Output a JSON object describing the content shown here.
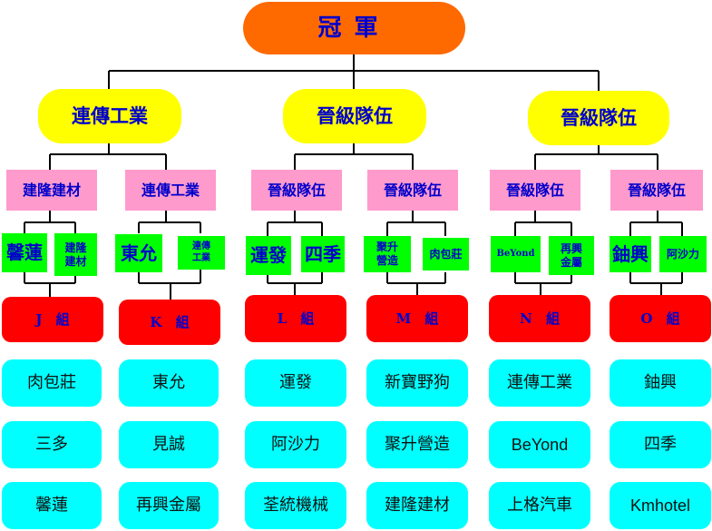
{
  "champion": "冠軍",
  "finals": [
    "連傳工業",
    "晉級隊伍",
    "晉級隊伍"
  ],
  "semis": [
    "建隆建材",
    "連傳工業",
    "晉級隊伍",
    "晉級隊伍",
    "晉級隊伍",
    "晉級隊伍"
  ],
  "matches": [
    [
      "馨蓮",
      "建隆\n建材"
    ],
    [
      "東允",
      "連傳\n工業"
    ],
    [
      "運發",
      "四季"
    ],
    [
      "聚升\n營造",
      "肉包莊"
    ],
    [
      "BeYond",
      "再興\n金屬"
    ],
    [
      "鈾興",
      "阿沙力"
    ]
  ],
  "groups": [
    {
      "label": "J 組",
      "teams": [
        "肉包莊",
        "三多",
        "馨蓮"
      ]
    },
    {
      "label": "K 組",
      "teams": [
        "東允",
        "見誠",
        "再興金屬"
      ]
    },
    {
      "label": "L 組",
      "teams": [
        "運發",
        "阿沙力",
        "荃統機械"
      ]
    },
    {
      "label": "M 組",
      "teams": [
        "新寶野狗",
        "聚升營造",
        "建隆建材"
      ]
    },
    {
      "label": "N 組",
      "teams": [
        "連傳工業",
        "BeYond",
        "上格汽車"
      ]
    },
    {
      "label": "O 組",
      "teams": [
        "鈾興",
        "四季",
        "Kmhotel"
      ]
    }
  ],
  "colors": {
    "champion": "#ff6a00",
    "finalist": "#ffff00",
    "semifinal": "#ff9acc",
    "match": "#00ff00",
    "group_header": "#ff0000",
    "group_team": "#00ffff",
    "label_text": "#0000cc",
    "connector": "#000000"
  }
}
